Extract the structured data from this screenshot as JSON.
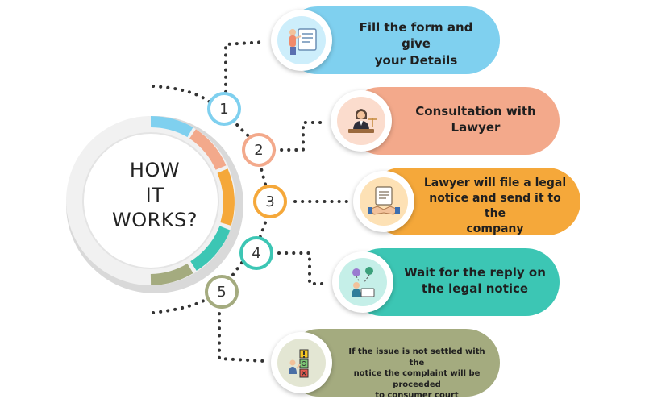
{
  "title": {
    "line1": "HOW",
    "line2": "IT",
    "line3": "WORKS?"
  },
  "steps": [
    {
      "number": "1",
      "lines": [
        "Fill the form and give",
        "your Details"
      ],
      "color": "#7fd0ef",
      "icon": "form-filling-icon"
    },
    {
      "number": "2",
      "lines": [
        "Consultation with",
        "Lawyer"
      ],
      "color": "#f3a98b",
      "icon": "lawyer-icon"
    },
    {
      "number": "3",
      "lines": [
        "Lawyer will file a legal",
        "notice and send it to the",
        "company"
      ],
      "color": "#f5a83a",
      "icon": "handshake-document-icon"
    },
    {
      "number": "4",
      "lines": [
        "Wait for the reply on",
        "the legal notice"
      ],
      "color": "#3cc6b4",
      "icon": "person-waiting-icon"
    },
    {
      "number": "5",
      "lines": [
        "If the issue is not settled with the",
        "notice the complaint will be proceeded",
        "to consumer court"
      ],
      "color": "#a4ab7f",
      "icon": "checklist-icon"
    }
  ]
}
